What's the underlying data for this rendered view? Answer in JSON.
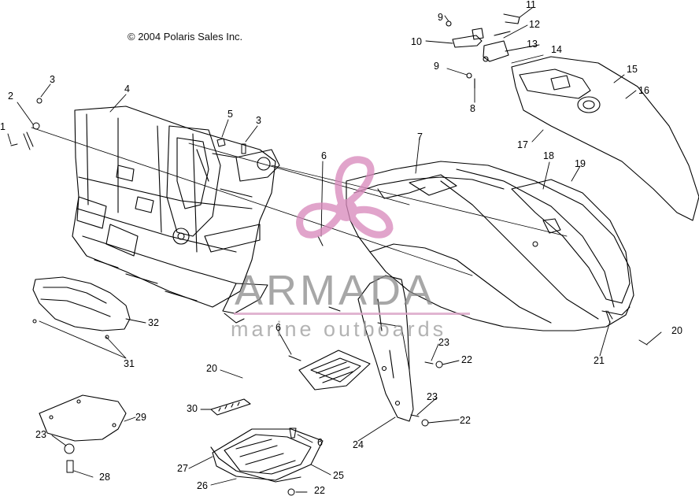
{
  "copyright": "© 2004 Polaris Sales Inc.",
  "watermark": {
    "brand": "ARMADA",
    "tagline": "marine outboards",
    "logo_icon": "propeller-icon",
    "accent_color": "#d98bbd"
  },
  "callouts": [
    {
      "id": "1",
      "label": "1"
    },
    {
      "id": "2",
      "label": "2"
    },
    {
      "id": "3a",
      "label": "3"
    },
    {
      "id": "4",
      "label": "4"
    },
    {
      "id": "5",
      "label": "5"
    },
    {
      "id": "3b",
      "label": "3"
    },
    {
      "id": "6a",
      "label": "6"
    },
    {
      "id": "7",
      "label": "7"
    },
    {
      "id": "8",
      "label": "8"
    },
    {
      "id": "9a",
      "label": "9"
    },
    {
      "id": "9b",
      "label": "9"
    },
    {
      "id": "10",
      "label": "10"
    },
    {
      "id": "11",
      "label": "11"
    },
    {
      "id": "12",
      "label": "12"
    },
    {
      "id": "13",
      "label": "13"
    },
    {
      "id": "14",
      "label": "14"
    },
    {
      "id": "15",
      "label": "15"
    },
    {
      "id": "16",
      "label": "16"
    },
    {
      "id": "17",
      "label": "17"
    },
    {
      "id": "18",
      "label": "18"
    },
    {
      "id": "19",
      "label": "19"
    },
    {
      "id": "20a",
      "label": "20"
    },
    {
      "id": "21",
      "label": "21"
    },
    {
      "id": "22a",
      "label": "22"
    },
    {
      "id": "23a",
      "label": "23"
    },
    {
      "id": "6b",
      "label": "6"
    },
    {
      "id": "32",
      "label": "32"
    },
    {
      "id": "31",
      "label": "31"
    },
    {
      "id": "20b",
      "label": "20"
    },
    {
      "id": "30",
      "label": "30"
    },
    {
      "id": "29",
      "label": "29"
    },
    {
      "id": "23b",
      "label": "23"
    },
    {
      "id": "28",
      "label": "28"
    },
    {
      "id": "23c",
      "label": "23"
    },
    {
      "id": "22b",
      "label": "22"
    },
    {
      "id": "24",
      "label": "24"
    },
    {
      "id": "6c",
      "label": "6"
    },
    {
      "id": "27",
      "label": "27"
    },
    {
      "id": "25",
      "label": "25"
    },
    {
      "id": "26",
      "label": "26"
    },
    {
      "id": "22c",
      "label": "22"
    }
  ]
}
